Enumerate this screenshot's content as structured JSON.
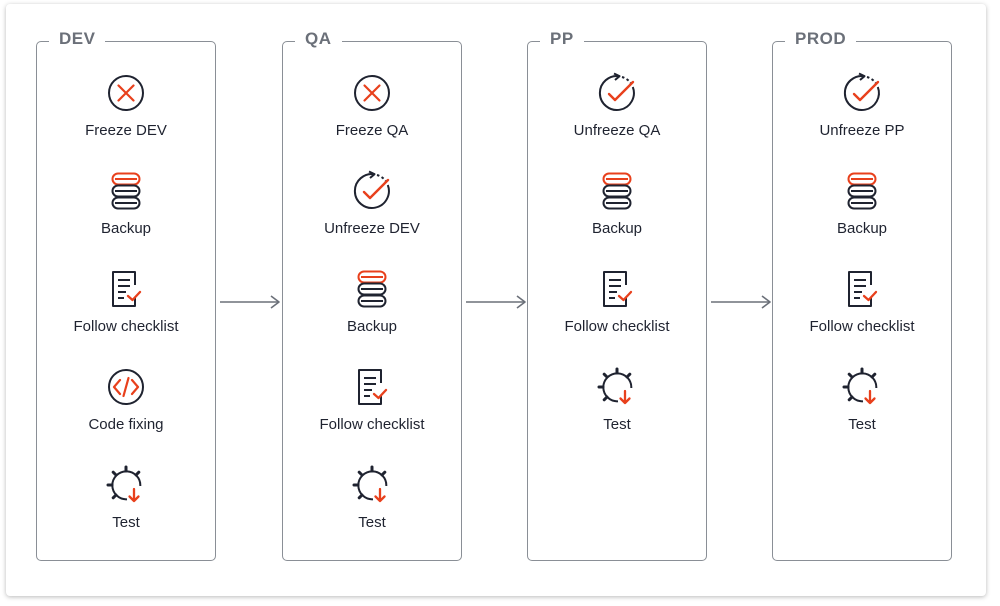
{
  "stages": [
    {
      "title": "DEV",
      "items": [
        {
          "label": "Freeze DEV",
          "icon": "freeze-icon"
        },
        {
          "label": "Backup",
          "icon": "database-icon"
        },
        {
          "label": "Follow checklist",
          "icon": "checklist-icon"
        },
        {
          "label": "Code fixing",
          "icon": "code-icon"
        },
        {
          "label": "Test",
          "icon": "test-icon"
        }
      ]
    },
    {
      "title": "QA",
      "items": [
        {
          "label": "Freeze QA",
          "icon": "freeze-icon"
        },
        {
          "label": "Unfreeze DEV",
          "icon": "unfreeze-icon"
        },
        {
          "label": "Backup",
          "icon": "database-icon"
        },
        {
          "label": "Follow checklist",
          "icon": "checklist-icon"
        },
        {
          "label": "Test",
          "icon": "test-icon"
        }
      ]
    },
    {
      "title": "PP",
      "items": [
        {
          "label": "Unfreeze QA",
          "icon": "unfreeze-icon"
        },
        {
          "label": "Backup",
          "icon": "database-icon"
        },
        {
          "label": "Follow checklist",
          "icon": "checklist-icon"
        },
        {
          "label": "Test",
          "icon": "test-icon"
        }
      ]
    },
    {
      "title": "PROD",
      "items": [
        {
          "label": "Unfreeze PP",
          "icon": "unfreeze-icon"
        },
        {
          "label": "Backup",
          "icon": "database-icon"
        },
        {
          "label": "Follow checklist",
          "icon": "checklist-icon"
        },
        {
          "label": "Test",
          "icon": "test-icon"
        }
      ]
    }
  ],
  "colors": {
    "accent": "#e8401c",
    "dark": "#1f2330",
    "border": "#8a8f96",
    "title": "#6b7079",
    "arrow": "#6b7079"
  }
}
